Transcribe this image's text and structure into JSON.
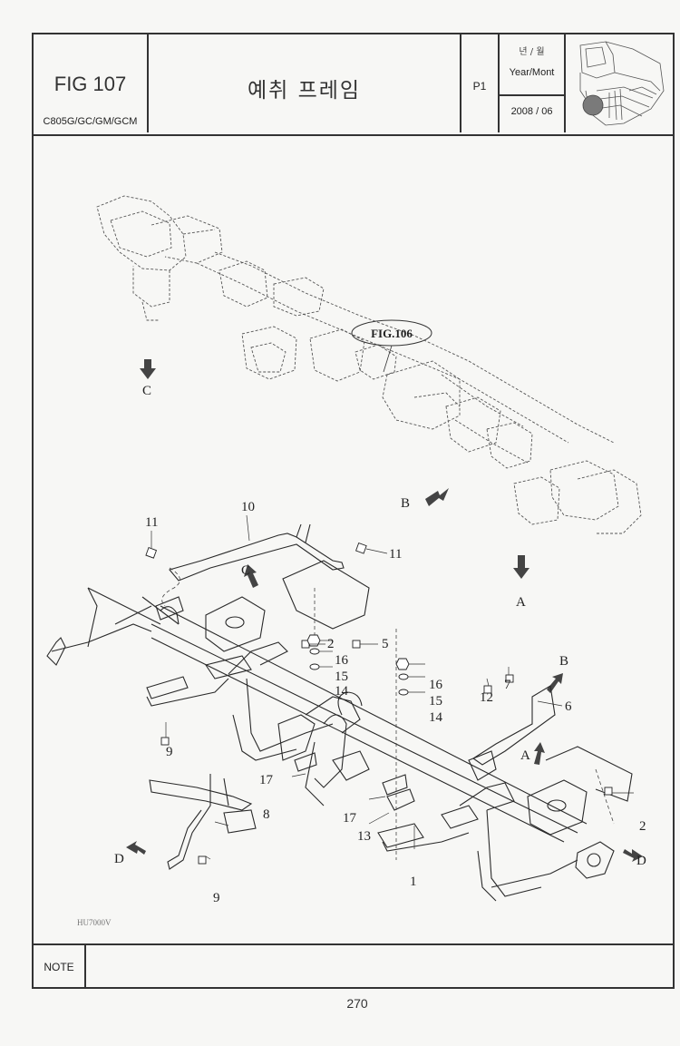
{
  "header": {
    "figure_number": "FIG 107",
    "models": "C805G/GC/GM/GCM",
    "title": "예취 프레임",
    "page_id": "P1",
    "date_label_ko": "년 / 월",
    "date_label_en": "Year/Mont",
    "date_value": "2008 / 06",
    "thumbnail_icon": "combine-harvester-thumbnail-icon"
  },
  "drawing": {
    "reference_figure": "FIG.106",
    "image_code": "HU7000V",
    "direction_arrows": [
      "A",
      "B",
      "C",
      "D"
    ],
    "callouts": [
      {
        "id": "c1",
        "label": "1"
      },
      {
        "id": "c2a",
        "label": "2"
      },
      {
        "id": "c2b",
        "label": "2"
      },
      {
        "id": "c5",
        "label": "5"
      },
      {
        "id": "c6",
        "label": "6"
      },
      {
        "id": "c7",
        "label": "7"
      },
      {
        "id": "c8",
        "label": "8"
      },
      {
        "id": "c9a",
        "label": "9"
      },
      {
        "id": "c9b",
        "label": "9"
      },
      {
        "id": "c10",
        "label": "10"
      },
      {
        "id": "c11a",
        "label": "11"
      },
      {
        "id": "c11b",
        "label": "11"
      },
      {
        "id": "c12",
        "label": "12"
      },
      {
        "id": "c13",
        "label": "13"
      },
      {
        "id": "c14a",
        "label": "14"
      },
      {
        "id": "c14b",
        "label": "14"
      },
      {
        "id": "c15a",
        "label": "15"
      },
      {
        "id": "c15b",
        "label": "15"
      },
      {
        "id": "c16a",
        "label": "16"
      },
      {
        "id": "c16b",
        "label": "16"
      },
      {
        "id": "c17a",
        "label": "17"
      },
      {
        "id": "c17b",
        "label": "17"
      }
    ],
    "arrow_labels": [
      {
        "id": "aC1",
        "label": "C"
      },
      {
        "id": "aB1",
        "label": "B"
      },
      {
        "id": "aA1",
        "label": "A"
      },
      {
        "id": "aC2",
        "label": "C"
      },
      {
        "id": "aB2",
        "label": "B"
      },
      {
        "id": "aA2",
        "label": "A"
      },
      {
        "id": "aD1",
        "label": "D"
      },
      {
        "id": "aD2",
        "label": "D"
      }
    ]
  },
  "note": {
    "label": "NOTE",
    "text": ""
  },
  "footer": {
    "page_number": "270"
  }
}
